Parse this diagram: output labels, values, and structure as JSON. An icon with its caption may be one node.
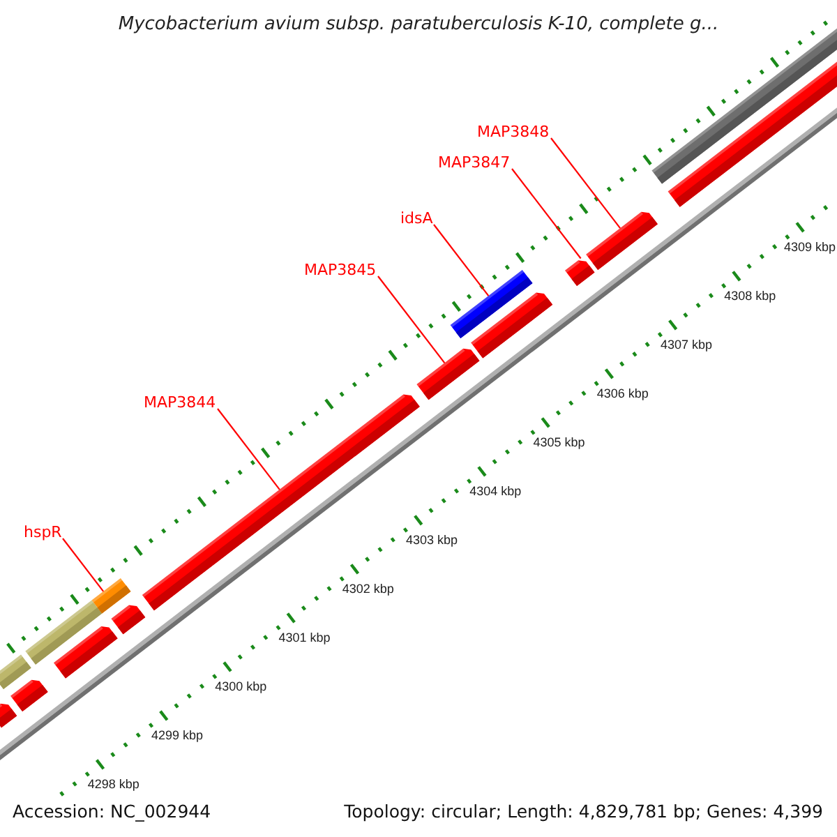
{
  "diagram": {
    "title": "Mycobacterium avium subsp. paratuberculosis K-10, complete g...",
    "nodes": [
      {
        "text": [
          "MAP3848"
        ]
      },
      {
        "text": [
          "MAP3847"
        ]
      },
      {
        "text": [
          "idsA"
        ]
      },
      {
        "text": [
          "MAP3845"
        ]
      },
      {
        "text": [
          "MAP3844"
        ]
      },
      {
        "text": [
          "hspR"
        ]
      },
      {
        "text": [],
        "shape": "bar"
      },
      {
        "text": [],
        "shape": "arrow"
      },
      {
        "text": [],
        "shape": "arrow"
      },
      {
        "text": [],
        "shape": "bar"
      },
      {
        "text": [],
        "shape": "arrow"
      },
      {
        "text": [],
        "shape": "bar"
      },
      {
        "text": [],
        "shape": "arrow"
      },
      {
        "text": [],
        "shape": "arrow"
      },
      {
        "text": [],
        "shape": "arrow"
      },
      {
        "text": [],
        "shape": "bar"
      },
      {
        "text": [],
        "shape": "arrow"
      },
      {
        "text": [],
        "shape": "arrow"
      },
      {
        "text": [],
        "shape": "arrow"
      },
      {
        "text": [],
        "shape": "bar"
      },
      {
        "text": [],
        "shape": "bar"
      }
    ],
    "edges": [
      {
        "from": 5,
        "to": 11,
        "arrow": "none"
      },
      {
        "from": 4,
        "to": 13,
        "arrow": "none"
      },
      {
        "from": 3,
        "to": 14,
        "arrow": "none"
      },
      {
        "from": 2,
        "to": 15,
        "arrow": "none"
      },
      {
        "from": 1,
        "to": 17,
        "arrow": "none"
      },
      {
        "from": 0,
        "to": 18,
        "arrow": "none"
      }
    ],
    "labels": [
      "4309 kbp",
      "4308 kbp",
      "4307 kbp",
      "4306 kbp",
      "4305 kbp",
      "4304 kbp",
      "4303 kbp",
      "4302 kbp",
      "4301 kbp",
      "4300 kbp",
      "4299 kbp",
      "4298 kbp",
      "Accession: NC_002944",
      "Topology: circular; Length: 4,829,781 bp; Genes: 4,399"
    ]
  }
}
